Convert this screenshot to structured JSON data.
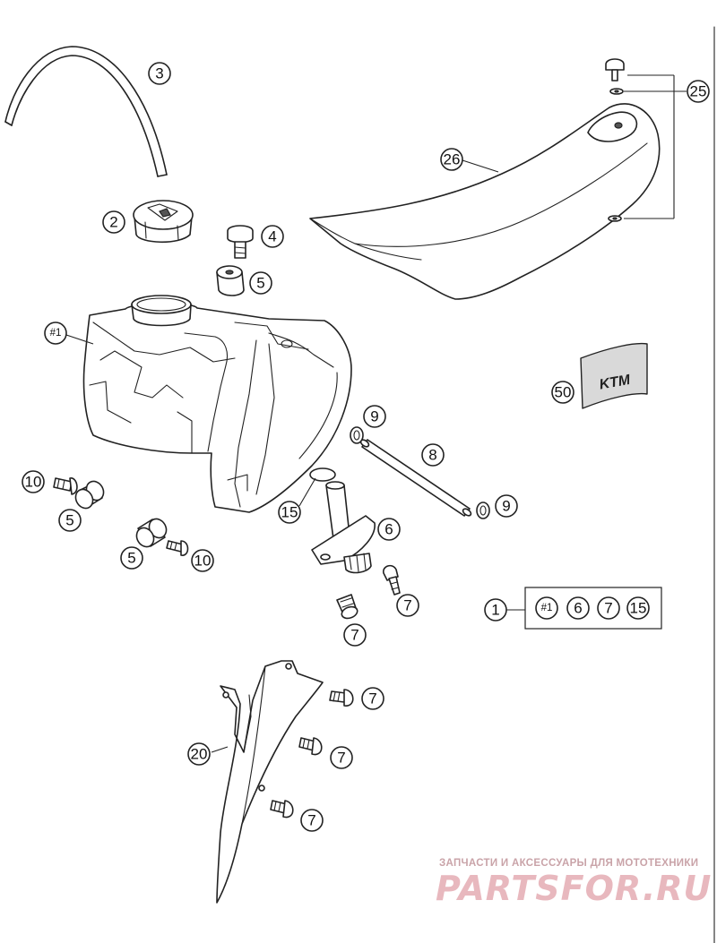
{
  "callouts": [
    {
      "id": "c3",
      "label": "3"
    },
    {
      "id": "c2",
      "label": "2"
    },
    {
      "id": "c4",
      "label": "4"
    },
    {
      "id": "c5a",
      "label": "5"
    },
    {
      "id": "c1hash",
      "label": "#1"
    },
    {
      "id": "c25",
      "label": "25"
    },
    {
      "id": "c26",
      "label": "26"
    },
    {
      "id": "c50",
      "label": "50"
    },
    {
      "id": "c9a",
      "label": "9"
    },
    {
      "id": "c8",
      "label": "8"
    },
    {
      "id": "c9b",
      "label": "9"
    },
    {
      "id": "c15",
      "label": "15"
    },
    {
      "id": "c6",
      "label": "6"
    },
    {
      "id": "c10a",
      "label": "10"
    },
    {
      "id": "c5b",
      "label": "5"
    },
    {
      "id": "c5c",
      "label": "5"
    },
    {
      "id": "c10b",
      "label": "10"
    },
    {
      "id": "c7a",
      "label": "7"
    },
    {
      "id": "c7b",
      "label": "7"
    },
    {
      "id": "c1",
      "label": "1"
    },
    {
      "id": "k1",
      "label": "#1"
    },
    {
      "id": "k6",
      "label": "6"
    },
    {
      "id": "k7",
      "label": "7"
    },
    {
      "id": "k15",
      "label": "15"
    },
    {
      "id": "c20",
      "label": "20"
    },
    {
      "id": "c7c",
      "label": "7"
    },
    {
      "id": "c7d",
      "label": "7"
    },
    {
      "id": "c7e",
      "label": "7"
    }
  ],
  "logo": {
    "text": "KTM"
  },
  "watermark": {
    "tagline": "ЗАПЧАСТИ И АКСЕССУАРЫ ДЛЯ МОТОТЕХНИКИ",
    "brand": "PARTSFOR.RU"
  }
}
